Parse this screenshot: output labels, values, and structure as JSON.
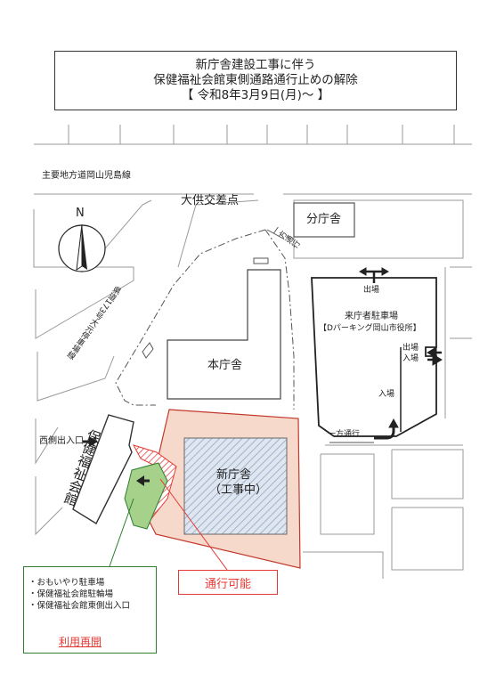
{
  "title": {
    "line1": "新庁舎建設工事に伴う",
    "line2": "保健福祉会館東側通路通行止めの解除",
    "line3": "【 令和8年3月9日(月)～ 】"
  },
  "labels": {
    "main_road": "主要地方道岡山児島線",
    "intersection": "大供交差点",
    "bunchosha": "分庁舎",
    "north": "N",
    "one_way_top": "一方通行",
    "one_way_right": "一方通行",
    "exit_top": "出場",
    "parking_name": "来庁者駐車場",
    "parking_sub": "【Dパーキング岡山市役所】",
    "exit_side": "出場",
    "entry_side": "入場",
    "entry_bottom": "入場",
    "prefectural_road": "県道173号大元停車場線",
    "honchosha": "本庁舎",
    "west_entrance": "西側出入口",
    "hoken_kaikan": "保健福祉会館",
    "new_building": "新庁舎",
    "new_building_sub": "（工事中）",
    "passable": "通行可能",
    "reopen": "利用再開"
  },
  "legend": {
    "items": [
      "・おもいやり駐車場",
      "・保健福祉会館駐輪場",
      "・保健福祉会館東側出入口"
    ]
  },
  "colors": {
    "construction_fill": "#f7d9cc",
    "construction_border": "#c0392b",
    "green_zone": "#a5d18a",
    "legend_border": "#2e7d32",
    "red": "#e53935",
    "hatch": "#9fb3cc"
  }
}
